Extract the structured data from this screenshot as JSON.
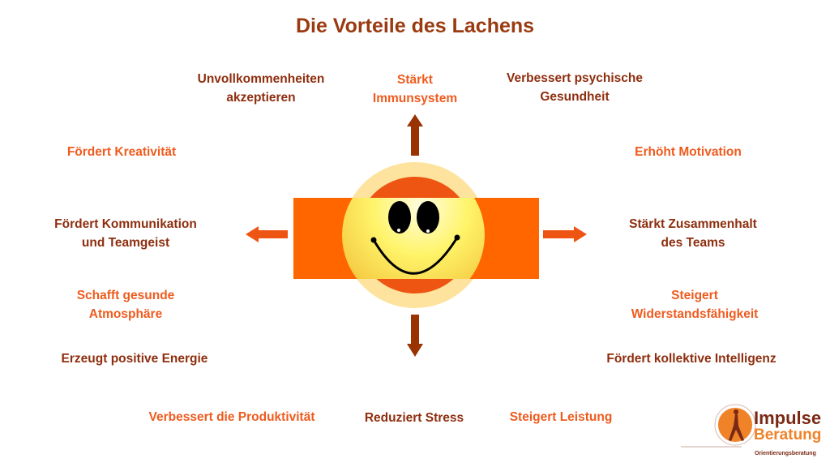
{
  "title": "Die Vorteile des Lachens",
  "colors": {
    "dark": "#8E2E0E",
    "orange": "#EF5B1E",
    "band": "#FF6600"
  },
  "benefits": {
    "top_left": "Unvollkommenheiten\nakzeptieren",
    "top": "Stärkt\nImmunsystem",
    "top_right": "Verbessert psychische\nGesundheit",
    "left1": "Fördert Kreativität",
    "right1": "Erhöht Motivation",
    "left2": "Fördert Kommunikation\nund Teamgeist",
    "right2": "Stärkt Zusammenhalt\ndes Teams",
    "left3": "Schafft gesunde\nAtmosphäre",
    "right3": "Steigert\nWiderstandsfähigkeit",
    "left4": "Erzeugt positive Energie",
    "right4": "Fördert kollektive Intelligenz",
    "bottom_left": "Verbessert die Produktivität",
    "bottom": "Reduziert Stress",
    "bottom_right": "Steigert Leistung"
  },
  "logo": {
    "name": "Impulse",
    "name2": "Beratung",
    "tagline": "Orientierungsberatung"
  }
}
